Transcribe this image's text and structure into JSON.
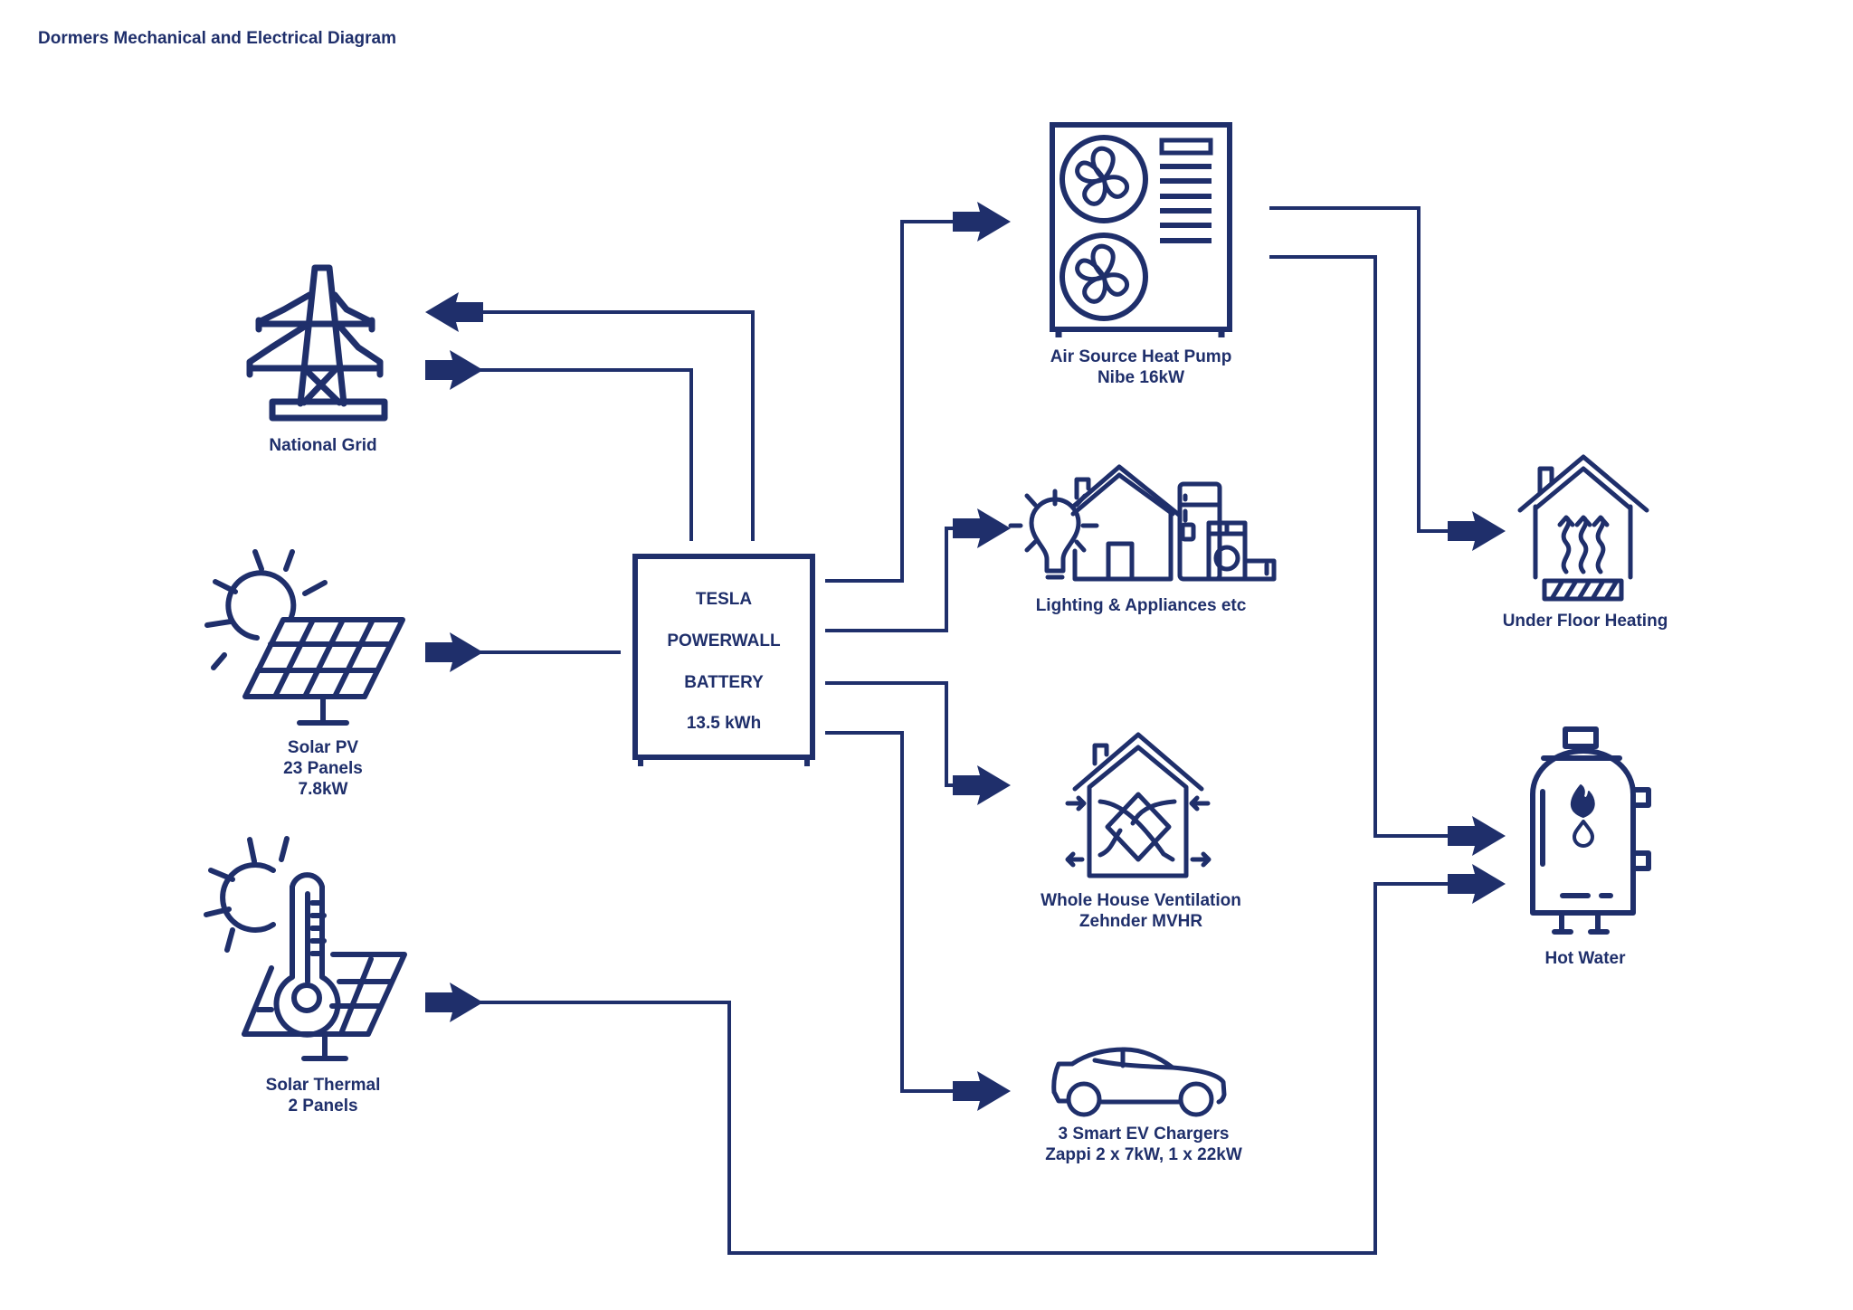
{
  "title": "Dormers Mechanical and Electrical Diagram",
  "colors": {
    "line": "#1f2f6b",
    "background": "#ffffff"
  },
  "battery": {
    "lines": [
      "TESLA",
      "POWERWALL",
      "BATTERY",
      "13.5 kWh"
    ],
    "icon": "battery-icon"
  },
  "sources": [
    {
      "id": "national-grid",
      "icon": "power-pylon-icon",
      "label": [
        "National Grid"
      ],
      "flow": "bidirectional"
    },
    {
      "id": "solar-pv",
      "icon": "solar-panel-icon",
      "label": [
        "Solar PV",
        "23 Panels",
        "7.8kW"
      ],
      "flow": "to-battery"
    },
    {
      "id": "solar-thermal",
      "icon": "solar-thermal-icon",
      "label": [
        "Solar Thermal",
        "2 Panels"
      ],
      "flow": "to-hot-water"
    }
  ],
  "loads": [
    {
      "id": "heat-pump",
      "icon": "heat-pump-icon",
      "label": [
        "Air Source Heat Pump",
        "Nibe 16kW"
      ]
    },
    {
      "id": "lighting",
      "icon": "house-appliances-icon",
      "label": [
        "Lighting & Appliances etc"
      ]
    },
    {
      "id": "ventilation",
      "icon": "ventilation-house-icon",
      "label": [
        "Whole House Ventilation",
        "Zehnder MVHR"
      ]
    },
    {
      "id": "ev",
      "icon": "car-icon",
      "label": [
        "3 Smart EV Chargers",
        "Zappi 2 x 7kW, 1 x 22kW"
      ]
    }
  ],
  "heat_outputs": [
    {
      "id": "ufh",
      "icon": "underfloor-heating-icon",
      "label": [
        "Under Floor Heating"
      ]
    },
    {
      "id": "hot-water",
      "icon": "water-heater-icon",
      "label": [
        "Hot Water"
      ]
    }
  ]
}
